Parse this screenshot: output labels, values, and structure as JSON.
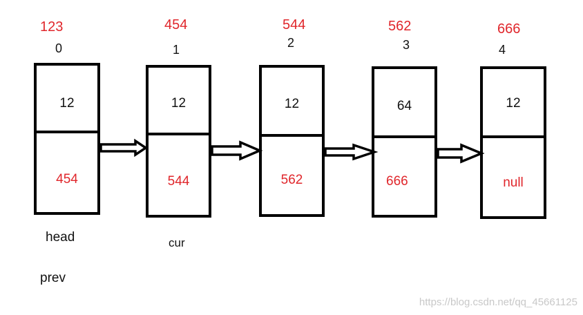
{
  "nodes": [
    {
      "address": "123",
      "index": "0",
      "value": "12",
      "next": "454"
    },
    {
      "address": "454",
      "index": "1",
      "value": "12",
      "next": "544"
    },
    {
      "address": "544",
      "index": "2",
      "value": "12",
      "next": "562"
    },
    {
      "address": "562",
      "index": "3",
      "value": "64",
      "next": "666"
    },
    {
      "address": "666",
      "index": "4",
      "value": "12",
      "next": "null"
    }
  ],
  "pointers": {
    "head": "head",
    "cur": "cur",
    "prev": "prev"
  },
  "watermark": "https://blog.csdn.net/qq_45661125",
  "colors": {
    "address": "#e0262b",
    "next": "#e0262b",
    "box": "#000000",
    "watermark": "#c8c8c8"
  }
}
